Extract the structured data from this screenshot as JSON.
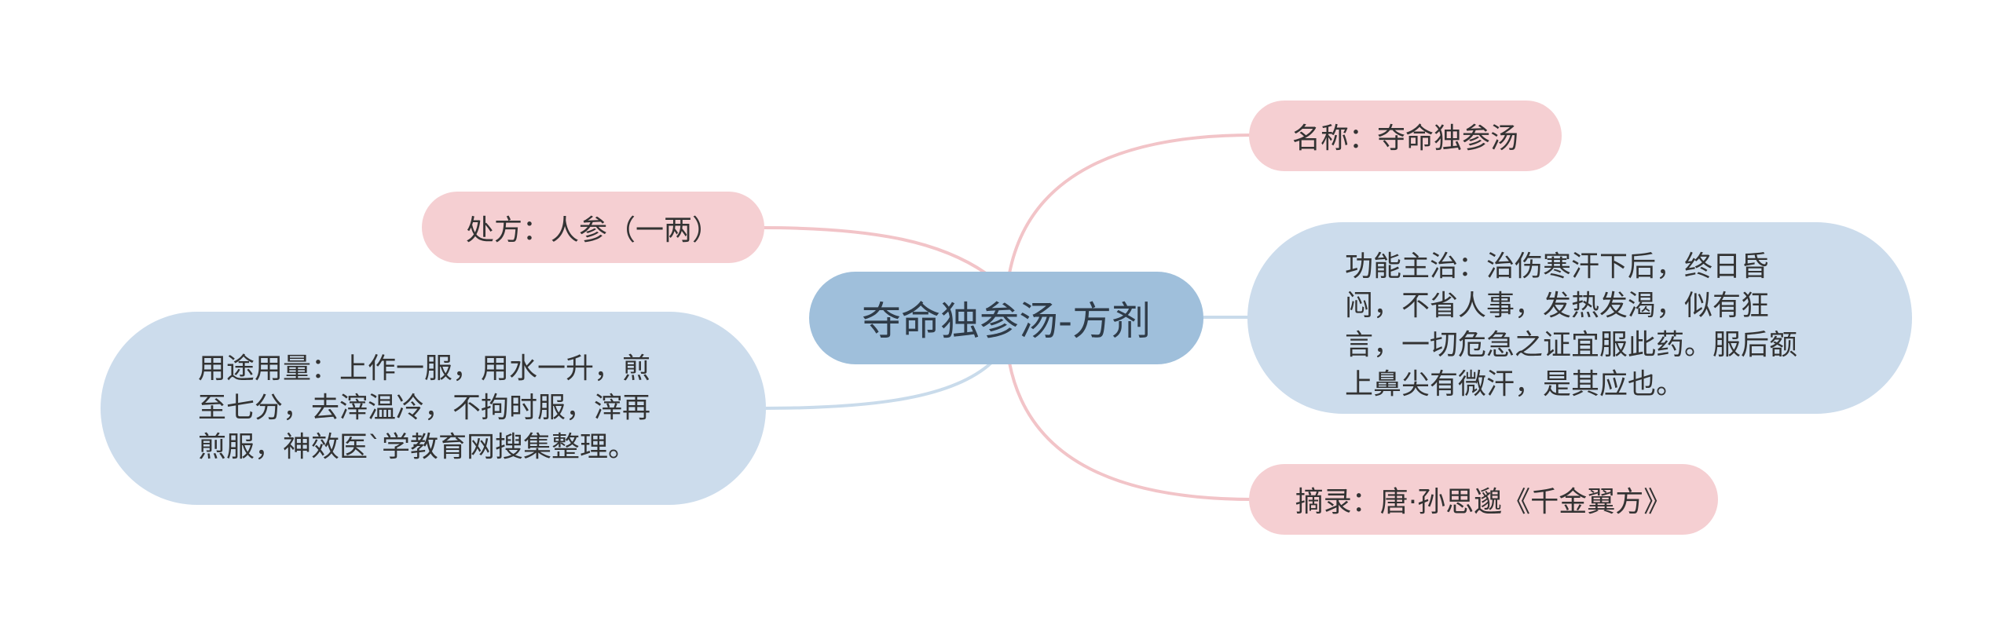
{
  "diagram": {
    "center": {
      "label": "夺命独参汤-方剂"
    },
    "branches": [
      {
        "key": "name",
        "label": "名称：夺命独参汤",
        "color": "#f5cfd2"
      },
      {
        "key": "prescription",
        "label": "处方：人参（一两）",
        "color": "#f5cfd2"
      },
      {
        "key": "function",
        "label": "功能主治：治伤寒汗下后，终日昏闷，不省人事，发热发渴，似有狂言，一切危急之证宜服此药。服后额上鼻尖有微汗，是其应也。",
        "color": "#ccdcec"
      },
      {
        "key": "usage",
        "label": "用途用量：上作一服，用水一升，煎至七分，去滓温冷，不拘时服，滓再煎服，神效医`学教育网搜集整理。",
        "color": "#ccdcec"
      },
      {
        "key": "source",
        "label": "摘录：唐·孙思邈《千金翼方》",
        "color": "#f5cfd2"
      }
    ],
    "colors": {
      "center": "#9fbfdb",
      "pink_branch": "#f5cfd2",
      "blue_branch": "#ccdcec",
      "pink_connector": "#f2c4c8",
      "blue_connector": "#c9dbeb",
      "text": "#333333"
    }
  }
}
